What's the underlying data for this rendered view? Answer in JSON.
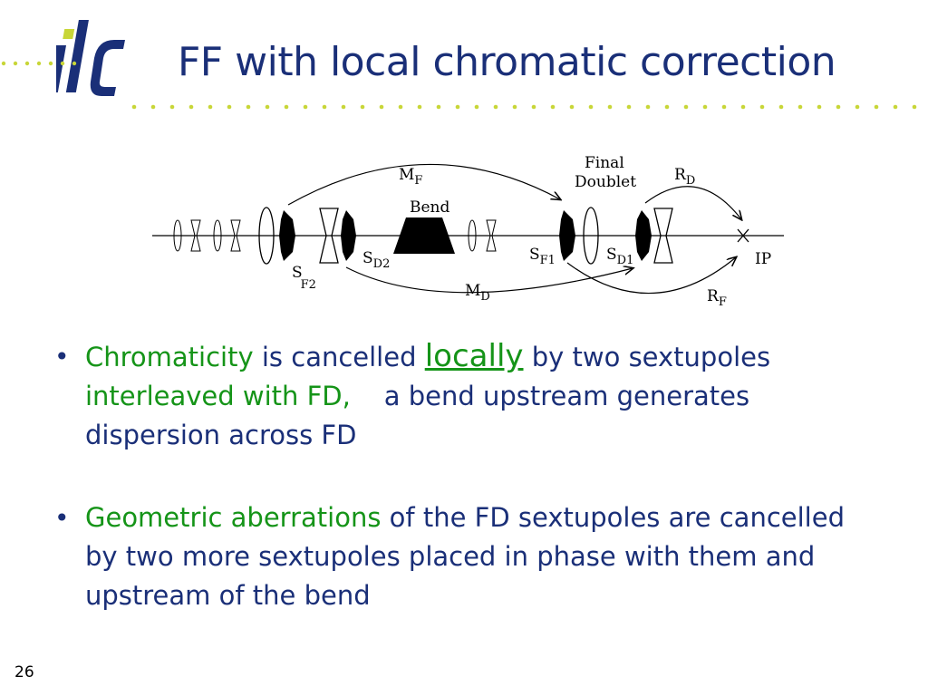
{
  "logo": {
    "text": "ilc",
    "color_dark": "#1a2f78",
    "color_light": "#c8d638"
  },
  "title": "FF with local chromatic correction",
  "diagram": {
    "labels": {
      "final_doublet_line1": "Final",
      "final_doublet_line2": "Doublet",
      "bend": "Bend",
      "ip": "IP",
      "mf_main": "M",
      "mf_sub": "F",
      "md_main": "M",
      "md_sub": "D",
      "rd_main": "R",
      "rd_sub": "D",
      "rf_main": "R",
      "rf_sub": "F",
      "sf2_main": "S",
      "sf2_sub": "F2",
      "sd2_main": "S",
      "sd2_sub": "D2",
      "sf1_main": "S",
      "sf1_sub": "F1",
      "sd1_main": "S",
      "sd1_sub": "D1"
    }
  },
  "bullets": [
    {
      "parts": {
        "a": "Chromaticity",
        "b": " is cancelled ",
        "c": "locally",
        "d": " by two sextupoles",
        "e": "interleaved with FD,",
        "f": "    a bend upstream generates dispersion across FD"
      }
    },
    {
      "parts": {
        "a": "Geometric aberrations",
        "b": " of the FD sextupoles are cancelled by two more sextupoles placed in phase with them and upstream of the bend"
      }
    }
  ],
  "page_number": "26",
  "colors": {
    "title": "#1a2f78",
    "green": "#159418",
    "dots": "#c8d638"
  }
}
